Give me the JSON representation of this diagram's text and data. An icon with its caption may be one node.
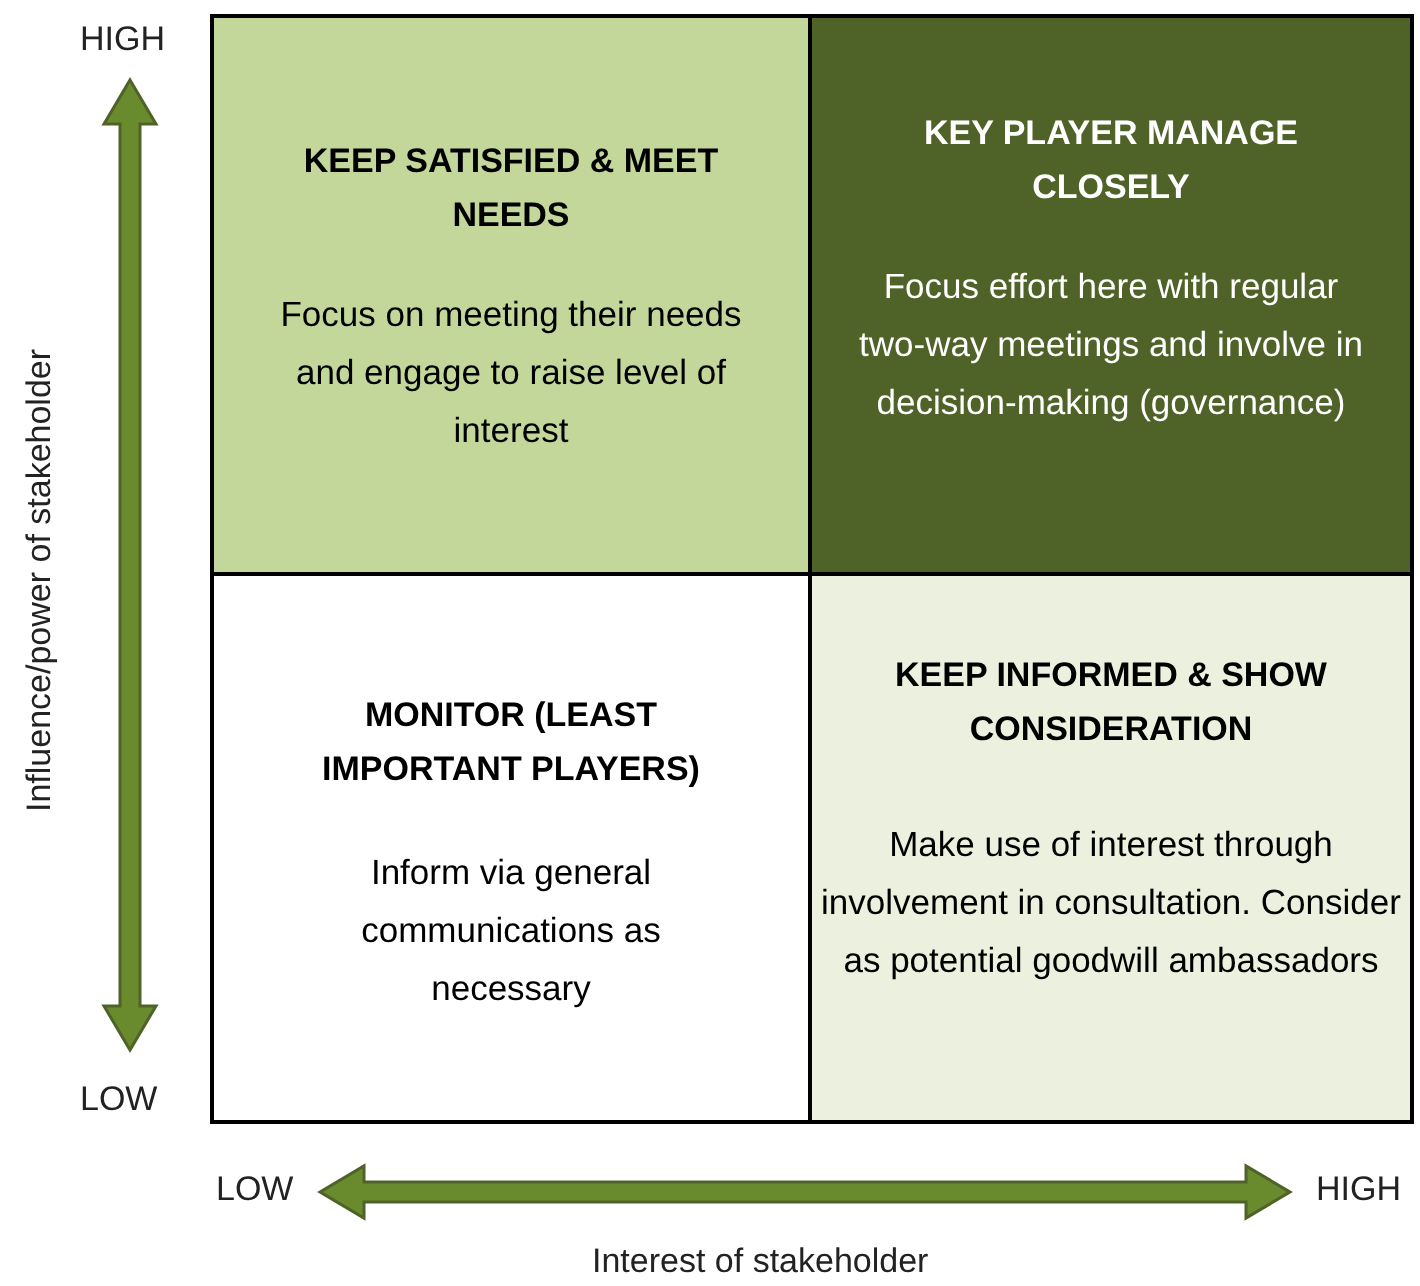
{
  "diagram": {
    "nodes": [
      {
        "text": [
          "KEEP SATISFIED & MEET NEEDS",
          "Focus on meeting their needs and engage to raise level of interest"
        ]
      },
      {
        "text": [
          "KEY PLAYER MANAGE CLOSELY",
          "Focus effort here with regular two-way meetings and involve in decision-making (governance)"
        ]
      },
      {
        "text": [
          "MONITOR (LEAST IMPORTANT PLAYERS)",
          "Inform via general communications as necessary"
        ]
      },
      {
        "text": [
          "KEEP INFORMED & SHOW CONSIDERATION",
          "Make use of interest through involvement in consultation. Consider as potential goodwill ambassadors"
        ]
      }
    ],
    "edges": [],
    "labels": [
      "HIGH",
      "Influence/power of stakeholder",
      "LOW",
      "LOW",
      "HIGH",
      "Interest of stakeholder"
    ]
  }
}
